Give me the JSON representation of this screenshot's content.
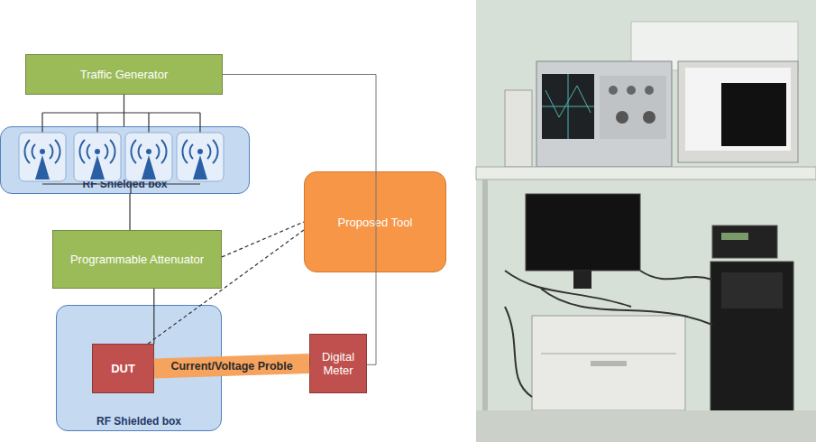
{
  "diagram": {
    "nodes": [
      {
        "text": [
          "Traffic Generator"
        ]
      },
      {
        "text": [
          "RF Shielded box"
        ]
      },
      {
        "text": [
          "Programmable Attenuator"
        ]
      },
      {
        "text": [
          "Proposed Tool"
        ]
      },
      {
        "text": [
          "RF Shielded box"
        ]
      },
      {
        "text": [
          "DUT"
        ],
        "in": 4
      },
      {
        "text": [
          "Digital Meter"
        ]
      }
    ],
    "edges": [
      {
        "from": 0,
        "to": 1,
        "arrow": "none"
      },
      {
        "from": 1,
        "to": 2,
        "arrow": "none"
      },
      {
        "from": 2,
        "to": 5,
        "arrow": "none"
      },
      {
        "from": 2,
        "to": 3,
        "arrow": "none"
      },
      {
        "from": 5,
        "to": 3,
        "arrow": "none"
      },
      {
        "from": 5,
        "to": 6,
        "label": "Current/Voltage Proble",
        "arrow": "none"
      },
      {
        "from": 0,
        "to": 6,
        "arrow": "none"
      }
    ]
  }
}
